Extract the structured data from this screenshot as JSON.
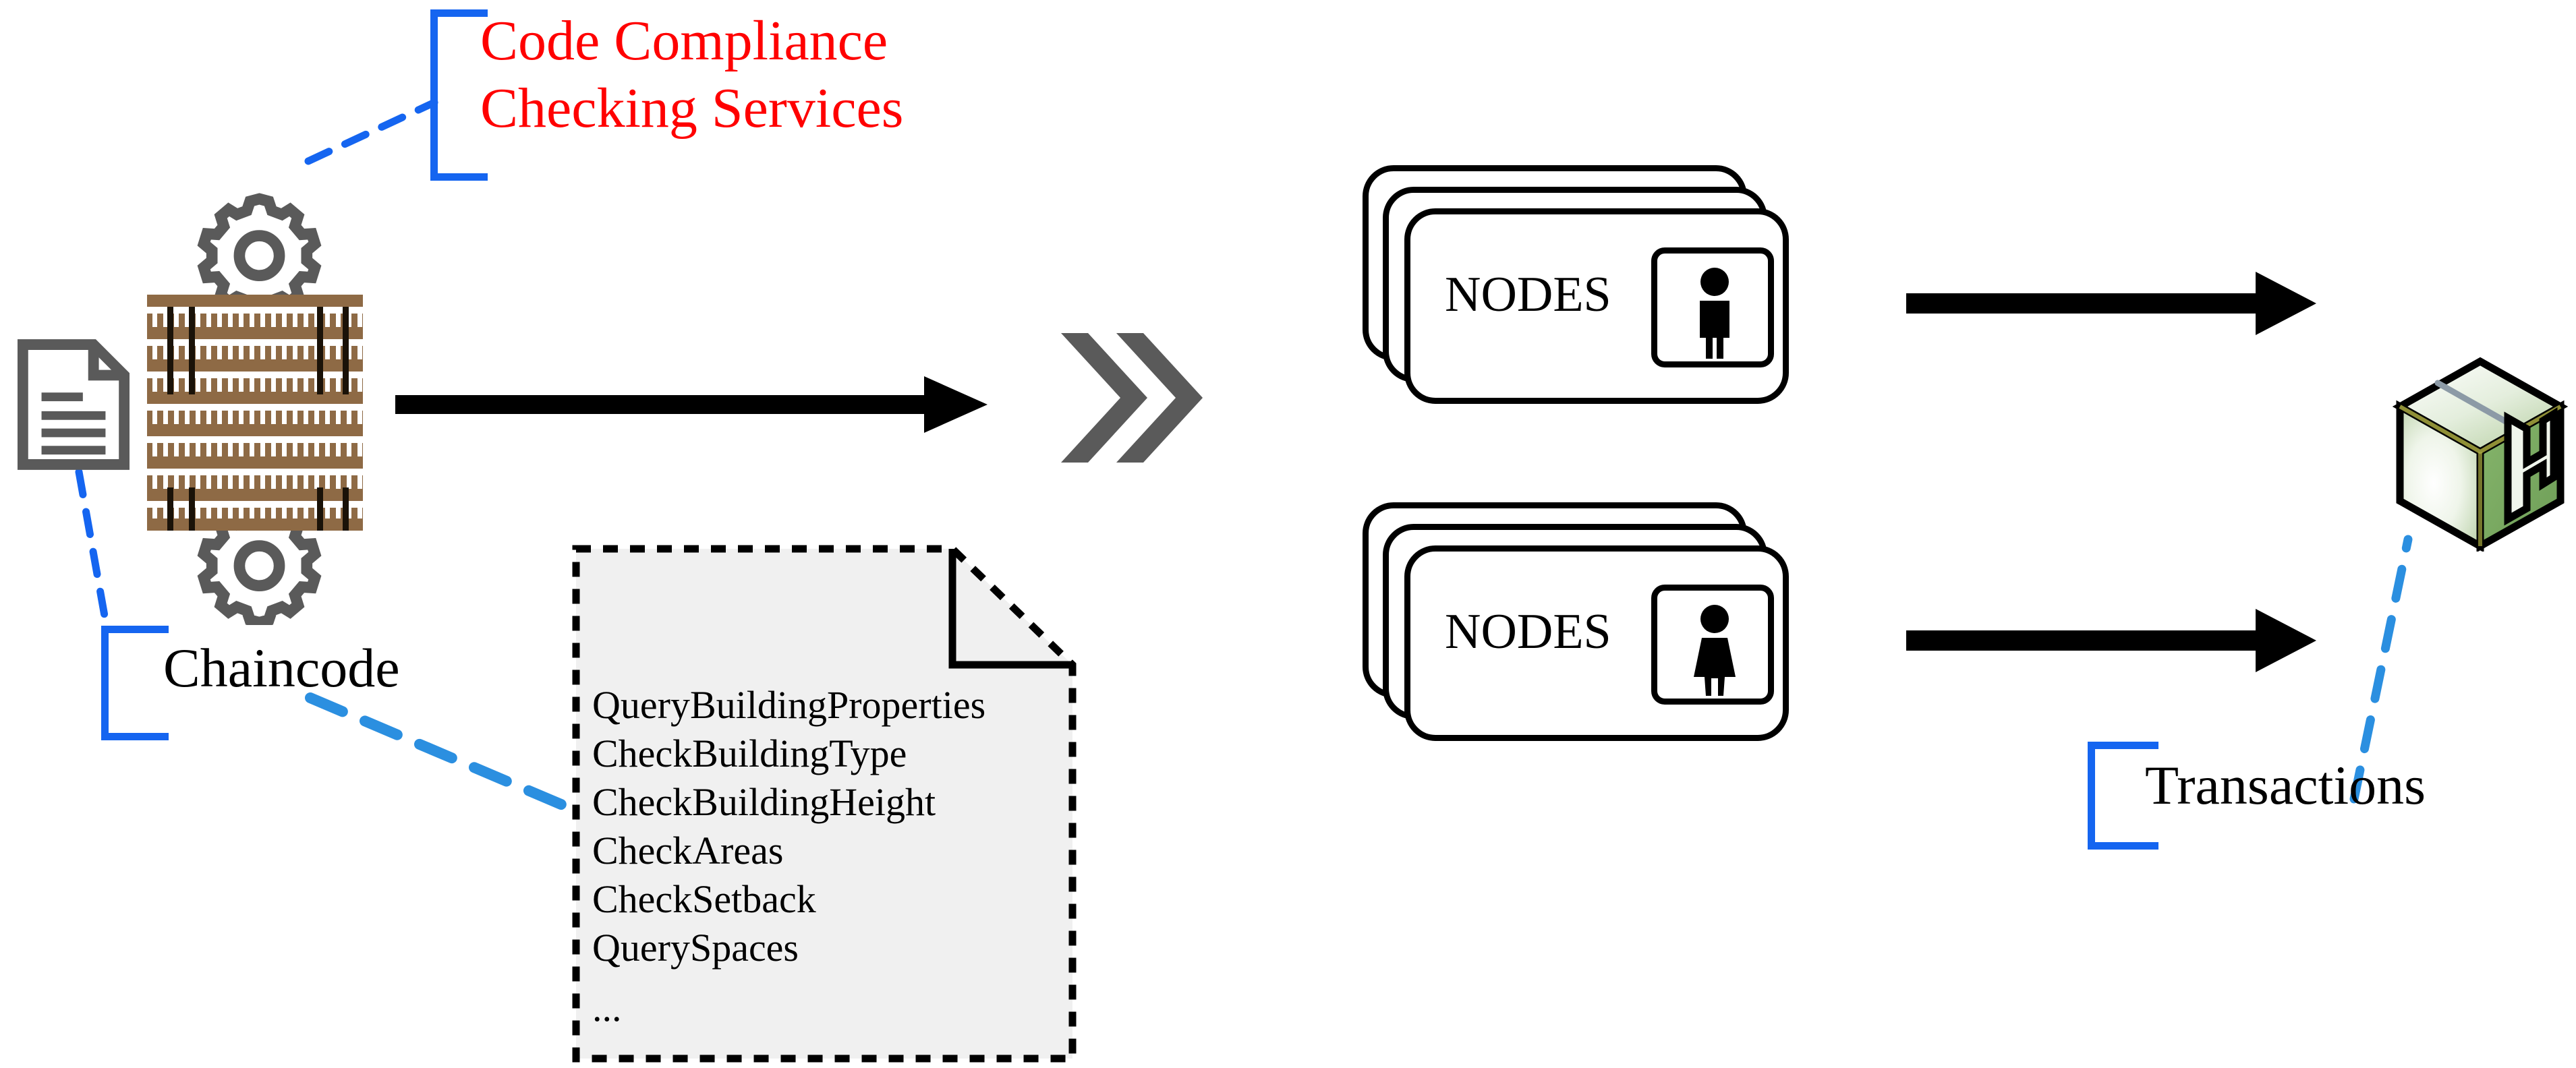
{
  "diagram": {
    "title_not_shown": "",
    "accent_blue": "#1565F0",
    "dash_blue": "#2B8FE0",
    "red": "#FF0000",
    "gray": "#5A5A5A",
    "brown": "#8E6A45",
    "green": "#7BAB62"
  },
  "labels": {
    "service_title_line1": "Code Compliance",
    "service_title_line2": "Checking Services",
    "chaincode": "Chaincode",
    "transactions": "Transactions"
  },
  "functions": {
    "items": [
      "QueryBuildingProperties",
      "CheckBuildingType",
      "CheckBuildingHeight",
      "CheckAreas",
      "CheckSetback",
      "QuerySpaces",
      "..."
    ]
  },
  "node_groups": [
    {
      "label": "NODES",
      "person": "male-figure"
    },
    {
      "label": "NODES",
      "person": "female-figure"
    }
  ],
  "icons": {
    "document": "document-icon",
    "gear_top": "gear-icon",
    "gear_bottom": "gear-icon",
    "lattice": "blockchain-lattice-icon",
    "chevrons": "double-chevron-right-icon",
    "hyperledger_cube": "hyperledger-cube-icon",
    "arrow": "arrow-right-icon"
  }
}
